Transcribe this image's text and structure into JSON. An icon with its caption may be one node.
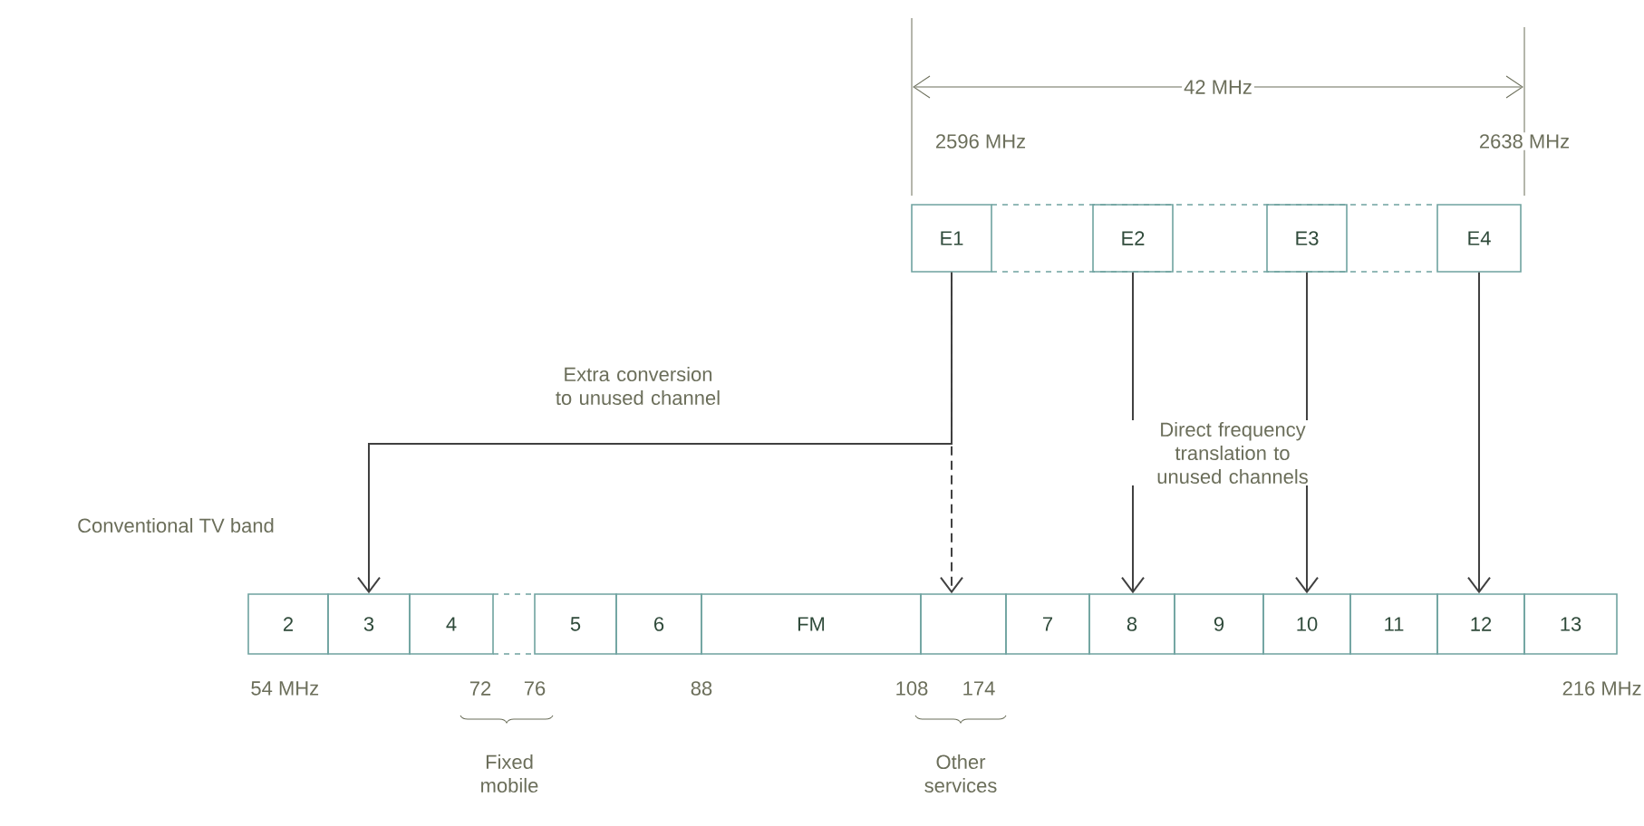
{
  "diagram": {
    "nodes": [
      {
        "text": [
          "E1"
        ]
      },
      {
        "text": [
          "E2"
        ]
      },
      {
        "text": [
          "E3"
        ]
      },
      {
        "text": [
          "E4"
        ]
      },
      {
        "text": [
          "2"
        ]
      },
      {
        "text": [
          "3"
        ]
      },
      {
        "text": [
          "4"
        ]
      },
      {
        "text": [
          "5"
        ]
      },
      {
        "text": [
          "6"
        ]
      },
      {
        "text": [
          "FM"
        ]
      },
      {
        "text": [],
        "shape": "box"
      },
      {
        "text": [
          "7"
        ]
      },
      {
        "text": [
          "8"
        ]
      },
      {
        "text": [
          "9"
        ]
      },
      {
        "text": [
          "10"
        ]
      },
      {
        "text": [
          "11"
        ]
      },
      {
        "text": [
          "12"
        ]
      },
      {
        "text": [
          "13"
        ]
      }
    ],
    "edges": [
      {
        "from": 0,
        "to": 5,
        "arrow": "to",
        "label": "Extra conversion to unused channel"
      },
      {
        "from": 0,
        "to": 10,
        "arrow": "to",
        "style": "dashed"
      },
      {
        "from": 1,
        "to": 12,
        "arrow": "to"
      },
      {
        "from": 2,
        "to": 14,
        "arrow": "to"
      },
      {
        "from": 3,
        "to": 16,
        "arrow": "to"
      }
    ],
    "labels": [
      "42 MHz",
      "2596 MHz",
      "2638 MHz",
      "Direct frequency translation to unused channels",
      "Conventional TV band",
      "54 MHz",
      "72",
      "76",
      "88",
      "108",
      "174",
      "216 MHz",
      "Fixed mobile",
      "Other services"
    ]
  }
}
